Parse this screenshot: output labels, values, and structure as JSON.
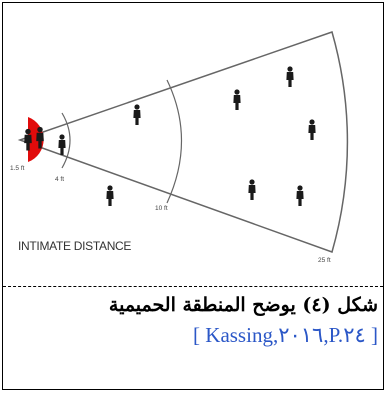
{
  "diagram": {
    "zone_labels": [
      "1.5 ft",
      "4 ft",
      "10 ft",
      "25 ft"
    ],
    "title": "INTIMATE DISTANCE",
    "colors": {
      "intimate_zone": "#e10b0b",
      "figures": "#1a1a1a",
      "lines": "#666666"
    },
    "icon": "person-silhouette-icon"
  },
  "caption": {
    "title": "شكل (٤) يوضح المنطقة الحميمية",
    "citation": "[ Kassing,٢٠١٦,P.٢٤ ]"
  }
}
